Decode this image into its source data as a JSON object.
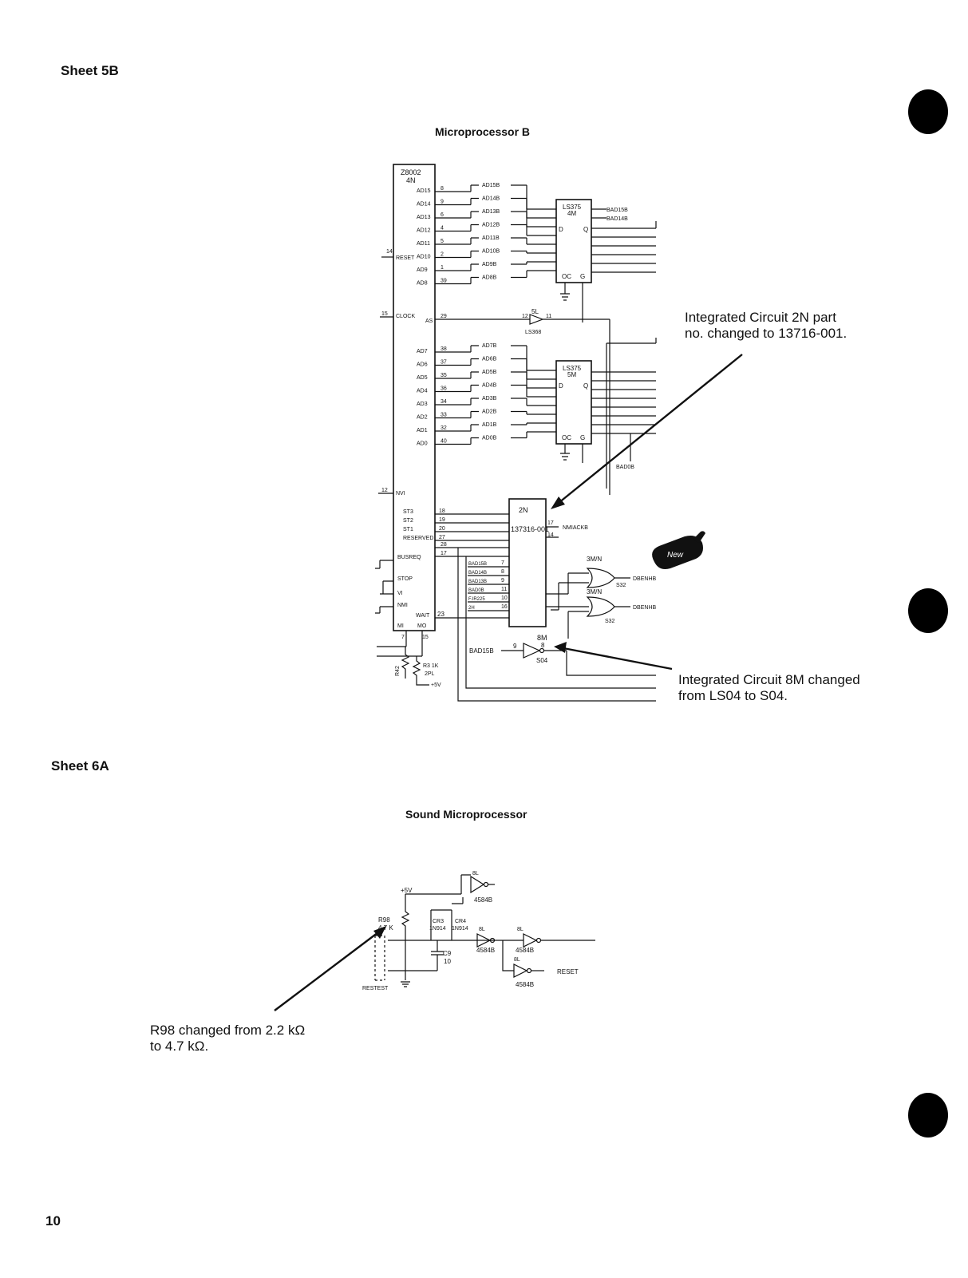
{
  "page": {
    "sheet_5b": "Sheet 5B",
    "sheet_6a": "Sheet 6A",
    "page_number": "10"
  },
  "section_5b": {
    "title": "Microprocessor B",
    "note_2n": "Integrated Circuit 2N part\nno. changed to 13716-001.",
    "note_8m": "Integrated Circuit 8M changed\nfrom LS04 to S04.",
    "new_badge": "New"
  },
  "section_6a": {
    "title": "Sound Microprocessor",
    "note_r98": "R98 changed from 2.2 kΩ\nto 4.7 kΩ."
  },
  "schematic_5b": {
    "cpu": {
      "part": "Z8002",
      "location": "4N"
    },
    "cpu_upper_pins": [
      {
        "name": "AD15",
        "pin": "8",
        "net": "AD15B"
      },
      {
        "name": "AD14",
        "pin": "9",
        "net": "AD14B"
      },
      {
        "name": "AD13",
        "pin": "6",
        "net": "AD13B"
      },
      {
        "name": "AD12",
        "pin": "4",
        "net": "AD12B"
      },
      {
        "name": "AD11",
        "pin": "5",
        "net": "AD11B"
      },
      {
        "name": "AD10",
        "pin": "2",
        "net": "AD10B"
      },
      {
        "name": "AD9",
        "pin": "1",
        "net": "AD9B"
      },
      {
        "name": "AD8",
        "pin": "39",
        "net": "AD8B"
      }
    ],
    "cpu_lower_pins": [
      {
        "name": "AD7",
        "pin": "38",
        "net": "AD7B"
      },
      {
        "name": "AD6",
        "pin": "37",
        "net": "AD6B"
      },
      {
        "name": "AD5",
        "pin": "35",
        "net": "AD5B"
      },
      {
        "name": "AD4",
        "pin": "36",
        "net": "AD4B"
      },
      {
        "name": "AD3",
        "pin": "34",
        "net": "AD3B"
      },
      {
        "name": "AD2",
        "pin": "33",
        "net": "AD2B"
      },
      {
        "name": "AD1",
        "pin": "32",
        "net": "AD1B"
      },
      {
        "name": "AD0",
        "pin": "40",
        "net": "AD0B"
      }
    ],
    "reset_label": "RESET",
    "reset_pin": "14",
    "clock_label": "CLOCK",
    "clock_pin": "15",
    "as_label": "AS",
    "as_pin": "29",
    "nvi_label": "NVI",
    "nvi_pin": "12",
    "st_pins": [
      {
        "name": "ST3",
        "pin": "18"
      },
      {
        "name": "ST2",
        "pin": "19"
      },
      {
        "name": "ST1",
        "pin": "20"
      },
      {
        "name": "RESERVED",
        "pin": "27"
      }
    ],
    "pin_28": "28",
    "pin_17": "17",
    "busreq_label": "BUSREQ",
    "stop_label": "STOP",
    "vi_label": "VI",
    "nmi_label": "NMI",
    "wait_label": "WAIT",
    "wait_pin": "23",
    "mi_label": "MI",
    "mo_label": "MO",
    "pin_7": "7",
    "pin_15": "15",
    "latch_4m": {
      "part": "LS375",
      "loc": "4M",
      "d": "D",
      "q": "Q",
      "oc": "OC",
      "g": "G",
      "out1": "BAD15B",
      "out2": "BAD14B"
    },
    "latch_5m": {
      "part": "LS375",
      "loc": "5M",
      "d": "D",
      "q": "Q",
      "oc": "OC",
      "g": "G"
    },
    "buffer_5l": {
      "loc": "5L",
      "part": "LS368",
      "in_pin": "12",
      "out_pin": "11"
    },
    "bad0b": "BAD0B",
    "ic_2n": {
      "loc": "2N",
      "part": "137316-001",
      "out": "NMIACKB",
      "pin_out": "17",
      "pin_14": "14"
    },
    "ic_2n_inputs": [
      {
        "net": "BAD15B",
        "pin": "7"
      },
      {
        "net": "BAD14B",
        "pin": "8"
      },
      {
        "net": "BAD13B",
        "pin": "9"
      },
      {
        "net": "BAD0B",
        "pin": "11"
      },
      {
        "net": "F.IR225",
        "pin": "10"
      },
      {
        "net": "2H",
        "pin": "16"
      }
    ],
    "gate_3mn_a": {
      "loc": "3M/N",
      "part": "S32",
      "out": "DBENHB"
    },
    "gate_3mn_b": {
      "loc": "3M/N",
      "part": "S32",
      "out": "DBENHB"
    },
    "inv_8m": {
      "loc": "8M",
      "part": "S04",
      "in": "BAD15B",
      "in_pin": "9",
      "out_pin": "8"
    },
    "resistors": {
      "r42": "R42",
      "r3": "R3 1K",
      "zpl": "2PL",
      "v5": "+5V"
    }
  },
  "schematic_6a": {
    "v5": "+5V",
    "r98": "R98",
    "r98_value": "4.7 K",
    "cr3": "CR3",
    "cr4": "CR4",
    "diode": "1N914",
    "c9": "C9",
    "c9_value": "10",
    "reset_switch": "RESTEST",
    "inv_part": "4584B",
    "inv_loc": "8L",
    "reset_out": "RESET"
  }
}
